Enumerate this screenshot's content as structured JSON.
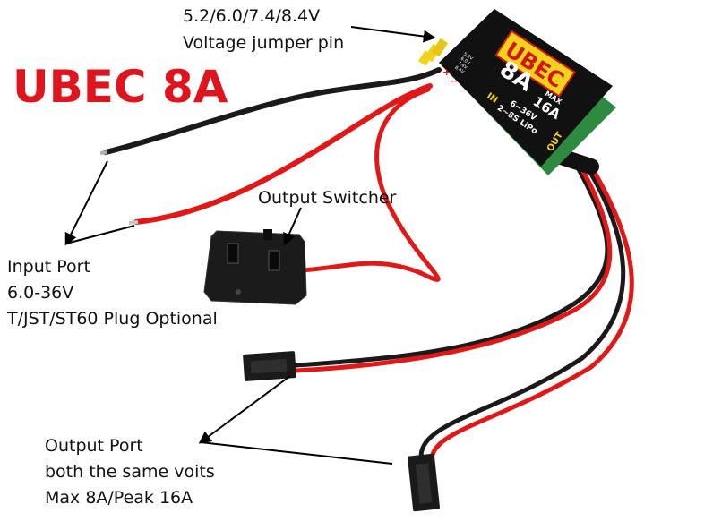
{
  "title": "UBEC 8A",
  "callouts": {
    "voltage_jumper": [
      "5.2/6.0/7.4/8.4V",
      "Voltage jumper pin"
    ],
    "output_switcher": "Output Switcher",
    "input_port": [
      "Input Port",
      "6.0-36V",
      "T/JST/ST60 Plug Optional"
    ],
    "output_port": [
      "Output Port",
      "both the same voits",
      "Max 8A/Peak 16A"
    ]
  },
  "module": {
    "brand": "UBEC",
    "rating": "8A",
    "max_label": "MAX",
    "peak": "16A",
    "in_label": "IN",
    "in_spec": [
      "6~36V",
      "2~8S LiPo"
    ],
    "out_label": "OUT",
    "jumper_labels": [
      "5.2V",
      "6.0V",
      "7.4V",
      "8.4V"
    ],
    "input_polarity": [
      "+",
      "−"
    ]
  },
  "colors": {
    "title_red": "#e0141c",
    "wire_red": "#e01818",
    "wire_black": "#1a1a1a",
    "label_yellow": "#f2d21a",
    "module_black": "#111111",
    "pcb_green": "#2e8a3e"
  }
}
